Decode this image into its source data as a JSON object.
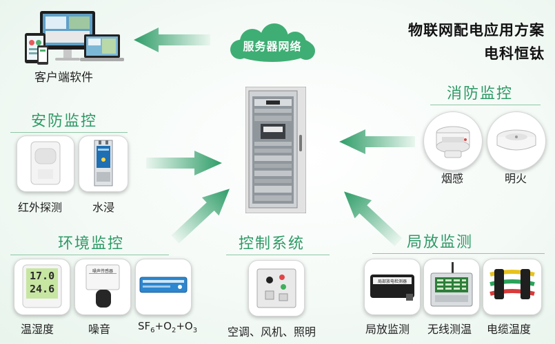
{
  "header": {
    "title_line1": "物联网配电应用方案",
    "title_line2": "电科恒钛"
  },
  "client": {
    "label": "客户端软件"
  },
  "cloud": {
    "label": "服务器网络"
  },
  "security": {
    "title": "安防监控",
    "items": [
      {
        "label": "红外探测"
      },
      {
        "label": "水浸"
      }
    ]
  },
  "fire": {
    "title": "消防监控",
    "items": [
      {
        "label": "烟感"
      },
      {
        "label": "明火"
      }
    ]
  },
  "environment": {
    "title": "环境监控",
    "items": [
      {
        "label": "温湿度"
      },
      {
        "label": "噪音"
      },
      {
        "label": "SF6+O2+O3"
      }
    ],
    "thermo_temp": "17.0",
    "thermo_hum": "24.6",
    "noise_device_text": "噪声传感器"
  },
  "control": {
    "title": "控制系统",
    "items": [
      {
        "label": "空调、风机、照明"
      }
    ]
  },
  "discharge": {
    "title": "局放监测",
    "items": [
      {
        "label": "局放监测"
      },
      {
        "label": "无线测温"
      },
      {
        "label": "电缆温度"
      }
    ],
    "pd_device_text": "局部放电检测器"
  },
  "colors": {
    "accent": "#2e9a66",
    "arrow": "#35a36f",
    "cloud": "#3fae74"
  }
}
